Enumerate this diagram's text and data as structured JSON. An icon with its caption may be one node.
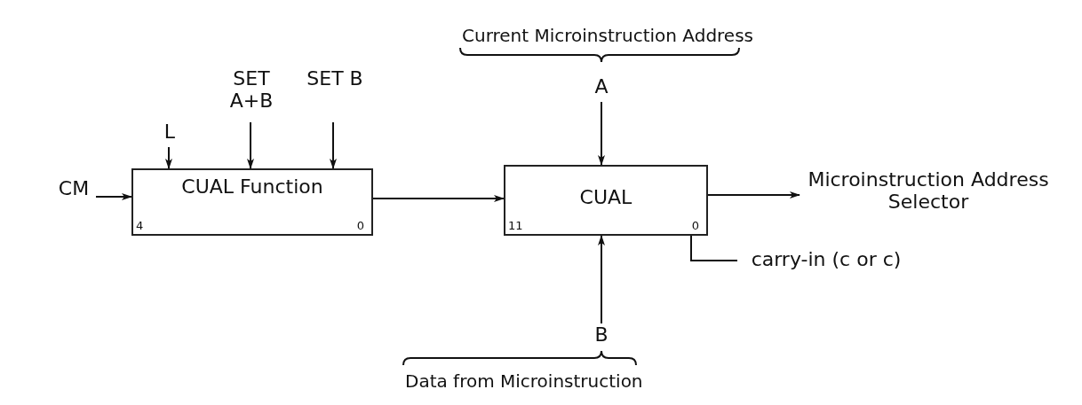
{
  "diagram": {
    "nodes": [
      {
        "text": [
          "CUAL Function",
          "4",
          "0"
        ]
      },
      {
        "text": [
          "CUAL",
          "11",
          "0"
        ]
      },
      {
        "text": [
          "CM"
        ]
      },
      {
        "text": [
          "L"
        ]
      },
      {
        "text": [
          "SET A+B"
        ]
      },
      {
        "text": [
          "SET B"
        ]
      },
      {
        "text": [
          "A"
        ],
        "beside": [
          "Current Microinstruction Address"
        ]
      },
      {
        "text": [
          "Microinstruction Address Selector"
        ]
      },
      {
        "text": [
          "carry-in (c or c)"
        ]
      },
      {
        "text": [
          "B"
        ],
        "beside": [
          "Data from Microinstruction"
        ]
      }
    ],
    "edges": [
      {
        "from": 2,
        "to": 0,
        "arrow": "to"
      },
      {
        "from": 3,
        "to": 0,
        "arrow": "to"
      },
      {
        "from": 4,
        "to": 0,
        "arrow": "to"
      },
      {
        "from": 5,
        "to": 0,
        "arrow": "to"
      },
      {
        "from": 0,
        "to": 1,
        "arrow": "to"
      },
      {
        "from": 6,
        "to": 1,
        "arrow": "to"
      },
      {
        "from": 1,
        "to": 7,
        "arrow": "to"
      },
      {
        "from": 8,
        "to": 1,
        "arrow": "none"
      },
      {
        "from": 9,
        "to": 1,
        "arrow": "to"
      }
    ]
  }
}
